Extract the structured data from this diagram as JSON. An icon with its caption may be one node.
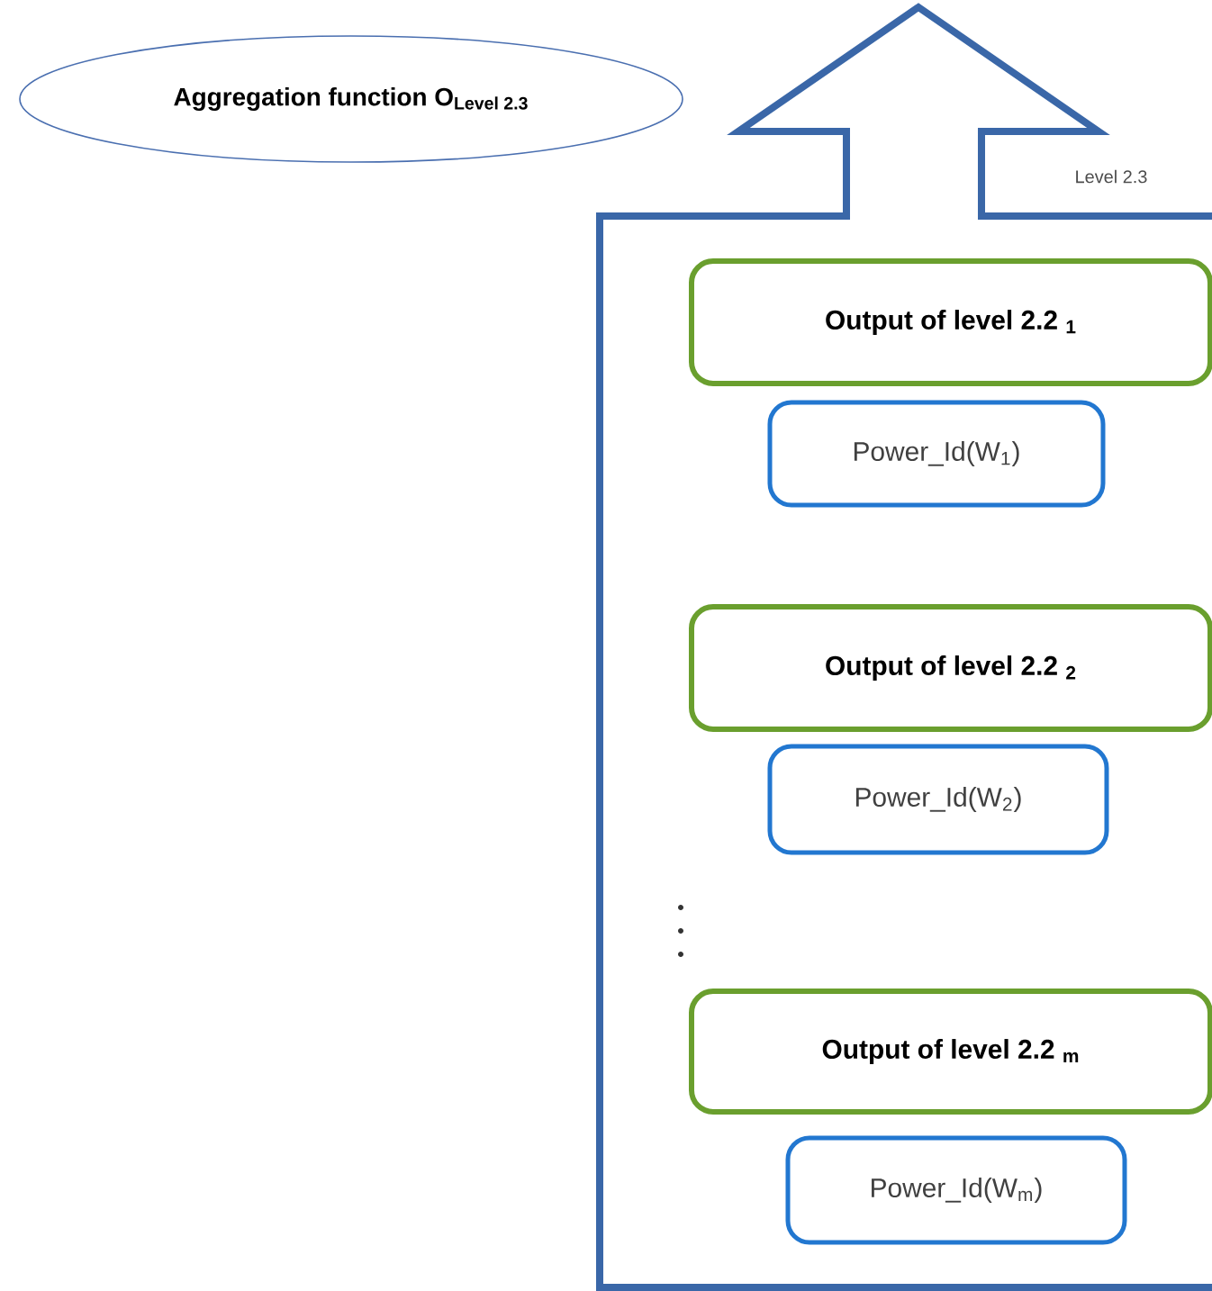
{
  "diagram": {
    "nodes": [
      {
        "text": [
          "Aggregation function O$_{Level 2.3}$"
        ]
      },
      {
        "text": [
          "Level 2.3"
        ]
      },
      {
        "text": [
          "Output of level 2.2 $_{1}$"
        ],
        "in": 1
      },
      {
        "text": [
          "Power_Id(W$_{1}$)"
        ],
        "in": 1
      },
      {
        "text": [
          "Output of level 2.2 $_{2}$"
        ],
        "in": 1
      },
      {
        "text": [
          "Power_Id(W$_{2}$)"
        ],
        "in": 1
      },
      {
        "text": [
          "Output of level 2.2 $_{m}$"
        ],
        "in": 1
      },
      {
        "text": [
          "Power_Id(W$_{m}$)"
        ],
        "in": 1
      }
    ]
  }
}
